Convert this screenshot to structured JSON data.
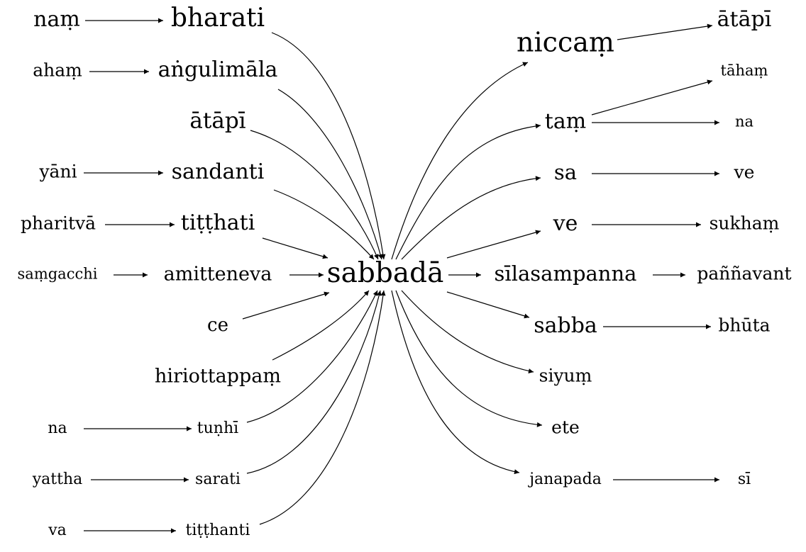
{
  "diagram": {
    "center": "sabbadā",
    "nodes": {
      "nam": "naṃ",
      "bharati": "bharati",
      "aham": "ahaṃ",
      "angulimala": "aṅgulimāla",
      "atapi_left": "ātāpī",
      "yani": "yāni",
      "sandanti": "sandanti",
      "pharitva": "pharitvā",
      "titthati": "tiṭṭhati",
      "samgacchi": "saṃgacchi",
      "amitteneva": "amitteneva",
      "ce": "ce",
      "hiriottappam": "hiriottappaṃ",
      "na_left": "na",
      "tunhi": "tuṇhī",
      "yattha": "yattha",
      "sarati": "sarati",
      "va": "va",
      "titthanti": "tiṭṭhanti",
      "sabbada": "sabbadā",
      "niccam": "niccaṃ",
      "atapi_right": "ātāpī",
      "tam": "taṃ",
      "taham": "tāhaṃ",
      "na_right": "na",
      "sa": "sa",
      "ve_mid": "ve",
      "ve_mid2": "ve",
      "sukham": "sukhaṃ",
      "silasampanna": "sīlasampanna",
      "pannavant": "paññavant",
      "sabba": "sabba",
      "bhuta": "bhūta",
      "siyum": "siyuṃ",
      "ete": "ete",
      "janapada": "janapada",
      "si": "sī"
    },
    "edges": [
      [
        "nam",
        "bharati"
      ],
      [
        "aham",
        "angulimala"
      ],
      [
        "yani",
        "sandanti"
      ],
      [
        "pharitva",
        "titthati"
      ],
      [
        "samgacchi",
        "amitteneva"
      ],
      [
        "na_left",
        "tunhi"
      ],
      [
        "yattha",
        "sarati"
      ],
      [
        "va",
        "titthanti"
      ],
      [
        "bharati",
        "sabbada"
      ],
      [
        "angulimala",
        "sabbada"
      ],
      [
        "atapi_left",
        "sabbada"
      ],
      [
        "sandanti",
        "sabbada"
      ],
      [
        "titthati",
        "sabbada"
      ],
      [
        "amitteneva",
        "sabbada"
      ],
      [
        "ce",
        "sabbada"
      ],
      [
        "hiriottappam",
        "sabbada"
      ],
      [
        "tunhi",
        "sabbada"
      ],
      [
        "sarati",
        "sabbada"
      ],
      [
        "titthanti",
        "sabbada"
      ],
      [
        "sabbada",
        "niccam"
      ],
      [
        "sabbada",
        "tam"
      ],
      [
        "sabbada",
        "sa"
      ],
      [
        "sabbada",
        "ve_mid"
      ],
      [
        "sabbada",
        "silasampanna"
      ],
      [
        "sabbada",
        "sabba"
      ],
      [
        "sabbada",
        "siyum"
      ],
      [
        "sabbada",
        "ete"
      ],
      [
        "sabbada",
        "janapada"
      ],
      [
        "niccam",
        "atapi_right"
      ],
      [
        "tam",
        "taham"
      ],
      [
        "tam",
        "na_right"
      ],
      [
        "sa",
        "ve_mid2"
      ],
      [
        "ve_mid",
        "sukham"
      ],
      [
        "silasampanna",
        "pannavant"
      ],
      [
        "sabba",
        "bhuta"
      ],
      [
        "janapada",
        "si"
      ]
    ]
  }
}
